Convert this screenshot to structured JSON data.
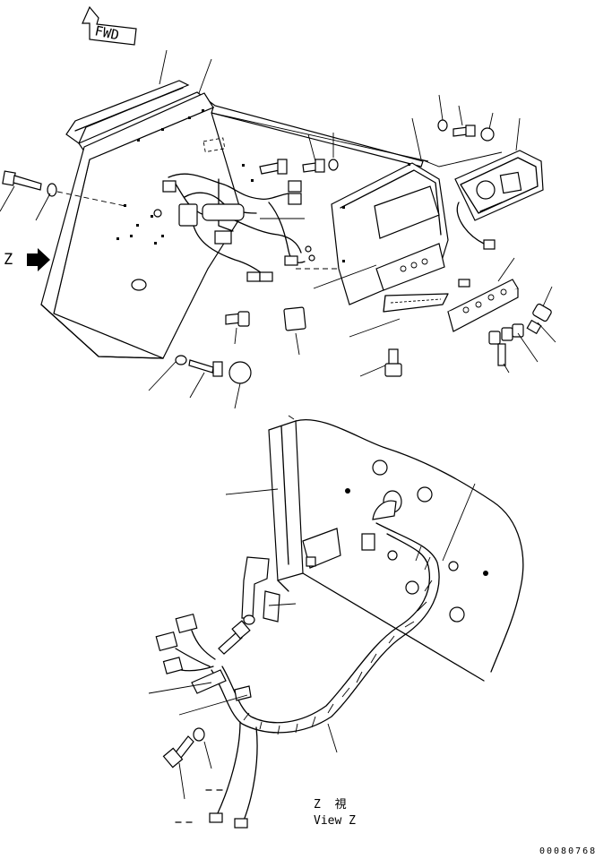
{
  "direction_marker": {
    "text": "FWD"
  },
  "view_marker": {
    "letter": "Z"
  },
  "view_caption": {
    "japanese": "Z 視",
    "english": "View Z"
  },
  "drawing_number": "00080768",
  "icons": {
    "fwd": "arrow-outline-icon",
    "view": "arrow-right-solid-icon"
  }
}
